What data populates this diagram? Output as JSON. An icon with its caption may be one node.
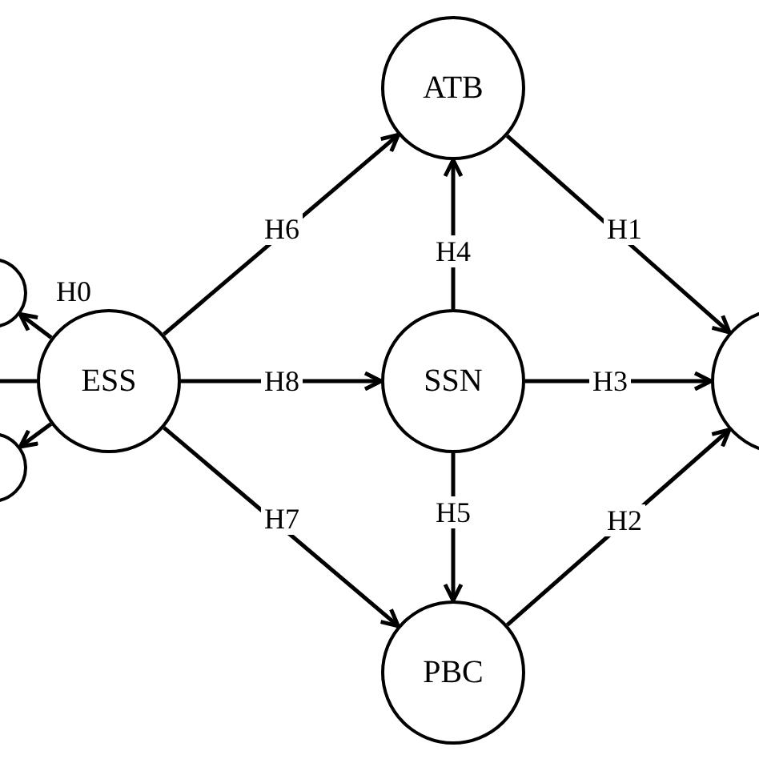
{
  "diagram": {
    "nodes": [
      {
        "text": [
          "ATB"
        ]
      },
      {
        "text": [
          "ESS"
        ]
      },
      {
        "text": [
          "SSN"
        ]
      },
      {
        "text": [],
        "shape": "circle"
      },
      {
        "text": [
          "PBC"
        ]
      },
      {
        "text": [],
        "shape": "circle"
      },
      {
        "text": [],
        "shape": "circle"
      }
    ],
    "edges": [
      {
        "from": 1,
        "to": 0,
        "arrow": "to",
        "label": "H6"
      },
      {
        "from": 2,
        "to": 0,
        "arrow": "to",
        "label": "H4"
      },
      {
        "from": 0,
        "to": 6,
        "arrow": "to",
        "label": "H1"
      },
      {
        "from": 1,
        "to": 2,
        "arrow": "to",
        "label": "H8"
      },
      {
        "from": 2,
        "to": 6,
        "arrow": "to",
        "label": "H3"
      },
      {
        "from": 1,
        "to": 4,
        "arrow": "to",
        "label": "H7"
      },
      {
        "from": 2,
        "to": 4,
        "arrow": "to",
        "label": "H5"
      },
      {
        "from": 4,
        "to": 6,
        "arrow": "to",
        "label": "H2"
      },
      {
        "from": 1,
        "to": 3,
        "arrow": "to"
      },
      {
        "from": 1,
        "to": 5,
        "arrow": "to"
      },
      {
        "from": 1,
        "to": null,
        "arrow": "none"
      }
    ],
    "labels": [
      "H0"
    ]
  }
}
